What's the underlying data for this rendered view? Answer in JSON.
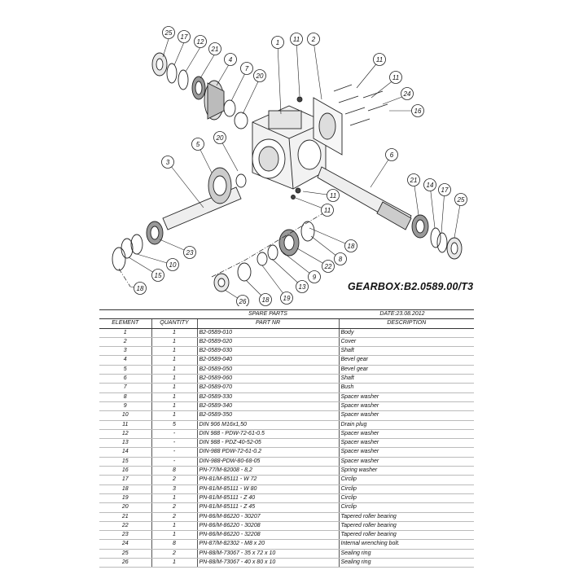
{
  "drawing": {
    "title": "GEARBOX:B2.0589.00/T3",
    "callouts": [
      "25",
      "17",
      "12",
      "21",
      "4",
      "7",
      "20",
      "1",
      "11",
      "2",
      "11",
      "11",
      "24",
      "16",
      "5",
      "20",
      "3",
      "6",
      "11",
      "11",
      "21",
      "14",
      "17",
      "25",
      "23",
      "10",
      "15",
      "18",
      "8",
      "22",
      "18",
      "9",
      "13",
      "19",
      "18",
      "26"
    ]
  },
  "table": {
    "section_title": "SPARE PARTS",
    "date": "DATE:23.08.2012",
    "headers": {
      "element": "ELEMENT",
      "quantity": "QUANTITY",
      "part_nr": "PART NR",
      "description": "DESCRIPTION"
    },
    "rows": [
      {
        "el": "1",
        "qty": "1",
        "part": "B2-0589-010",
        "desc": "Body"
      },
      {
        "el": "2",
        "qty": "1",
        "part": "B2-0589-020",
        "desc": "Cover"
      },
      {
        "el": "3",
        "qty": "1",
        "part": "B2-0589-030",
        "desc": "Shaft"
      },
      {
        "el": "4",
        "qty": "1",
        "part": "B2-0589-040",
        "desc": "Bevel gear"
      },
      {
        "el": "5",
        "qty": "1",
        "part": "B2-0589-050",
        "desc": "Bevel gear"
      },
      {
        "el": "6",
        "qty": "1",
        "part": "B2-0589-060",
        "desc": "Shaft"
      },
      {
        "el": "7",
        "qty": "1",
        "part": "B2-0589-070",
        "desc": "Bush"
      },
      {
        "el": "8",
        "qty": "1",
        "part": "B2-0589-330",
        "desc": "Spacer washer"
      },
      {
        "el": "9",
        "qty": "1",
        "part": "B2-0589-340",
        "desc": "Spacer washer"
      },
      {
        "el": "10",
        "qty": "1",
        "part": "B2-0589-350",
        "desc": "Spacer washer"
      },
      {
        "el": "11",
        "qty": "5",
        "part": "DIN 906 M16x1,50",
        "desc": "Drain plug"
      },
      {
        "el": "12",
        "qty": "-",
        "part": "DIN 988 - PDW-72-61-0.5",
        "desc": "Spacer washer"
      },
      {
        "el": "13",
        "qty": "-",
        "part": "DIN 988 - PDZ-40-52-05",
        "desc": "Spacer washer"
      },
      {
        "el": "14",
        "qty": "-",
        "part": "DIN-988 PDW-72-61-0.2",
        "desc": "Spacer washer"
      },
      {
        "el": "15",
        "qty": "-",
        "part": "DIN-988-PDW-80-68-05",
        "desc": "Spacer washer"
      },
      {
        "el": "16",
        "qty": "8",
        "part": "PN-77/M-82008 - 8,2",
        "desc": "Spring washer"
      },
      {
        "el": "17",
        "qty": "2",
        "part": "PN-81/M-85111 - W 72",
        "desc": "Circlip"
      },
      {
        "el": "18",
        "qty": "3",
        "part": "PN-81/M-85111 - W 80",
        "desc": "Circlip"
      },
      {
        "el": "19",
        "qty": "1",
        "part": "PN-81/M-85111 - Z 40",
        "desc": "Circlip"
      },
      {
        "el": "20",
        "qty": "2",
        "part": "PN-81/M-85111 - Z 45",
        "desc": "Circlip"
      },
      {
        "el": "21",
        "qty": "2",
        "part": "PN-86/M-86220 - 30207",
        "desc": "Tapered roller bearing"
      },
      {
        "el": "22",
        "qty": "1",
        "part": "PN-86/M-86220 - 30208",
        "desc": "Tapered roller bearing"
      },
      {
        "el": "23",
        "qty": "1",
        "part": "PN-86/M-86220 - 32208",
        "desc": "Tapered roller bearing"
      },
      {
        "el": "24",
        "qty": "8",
        "part": "PN-87/M-82302 - M8 x 20",
        "desc": "Internal wrenching bolt."
      },
      {
        "el": "25",
        "qty": "2",
        "part": "PN-88/M-73067 - 35 x 72 x 10",
        "desc": "Sealing ring"
      },
      {
        "el": "26",
        "qty": "1",
        "part": "PN-88/M-73067 - 40 x 80 x 10",
        "desc": "Sealing ring"
      }
    ]
  }
}
